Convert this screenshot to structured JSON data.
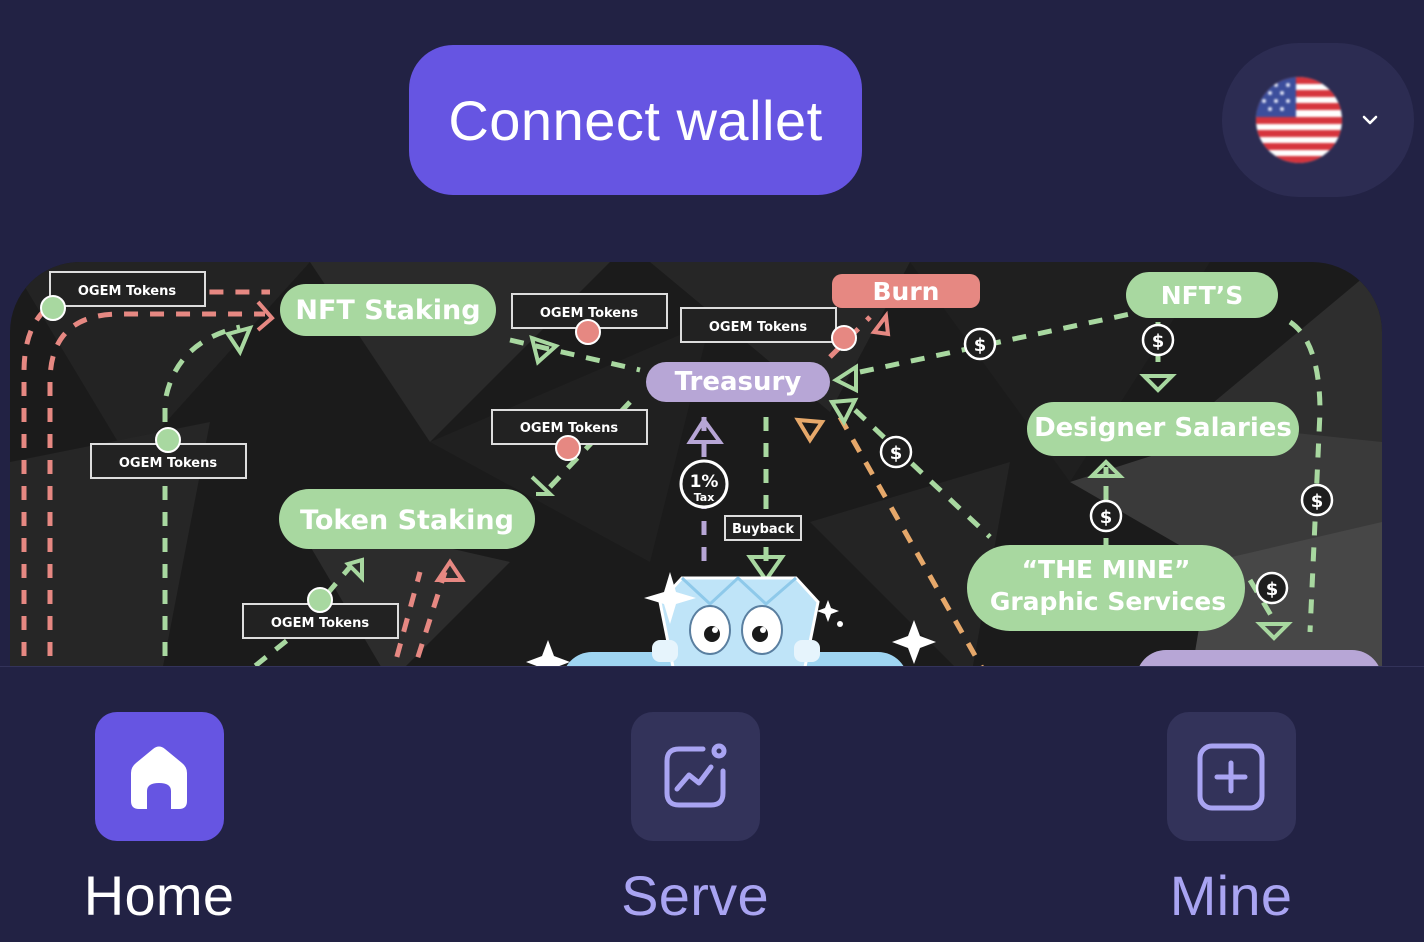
{
  "header": {
    "connect_label": "Connect wallet",
    "language": {
      "flag_icon": "us-flag-icon",
      "chevron_icon": "chevron-down-icon"
    }
  },
  "banner": {
    "nodes": {
      "nft_staking": "NFT Staking",
      "token_staking": "Token Staking",
      "treasury": "Treasury",
      "burn": "Burn",
      "nfts": "NFT’S",
      "designer_salaries": "Designer Salaries",
      "the_mine": "“THE MINE”",
      "graphic_services": "Graphic Services"
    },
    "token_labels": [
      "OGEM Tokens",
      "OGEM Tokens",
      "OGEM Tokens",
      "OGEM Tokens",
      "OGEM Tokens",
      "OGEM Tokens"
    ],
    "tax_value": "1%",
    "tax_label": "Tax",
    "buyback": "Buyback",
    "dollar": "$"
  },
  "tabbar": {
    "tabs": [
      {
        "label": "Home",
        "icon": "home-icon",
        "active": true
      },
      {
        "label": "Serve",
        "icon": "chart-icon",
        "active": false
      },
      {
        "label": "Mine",
        "icon": "plus-square-icon",
        "active": false
      }
    ]
  },
  "colors": {
    "background": "#222244",
    "accent": "#6655e2",
    "inactive_tab": "#33335a",
    "inactive_text": "#a9a4f2",
    "node_green": "#a8d8a0",
    "node_purple": "#b7a6d6",
    "node_red": "#e88a86"
  }
}
